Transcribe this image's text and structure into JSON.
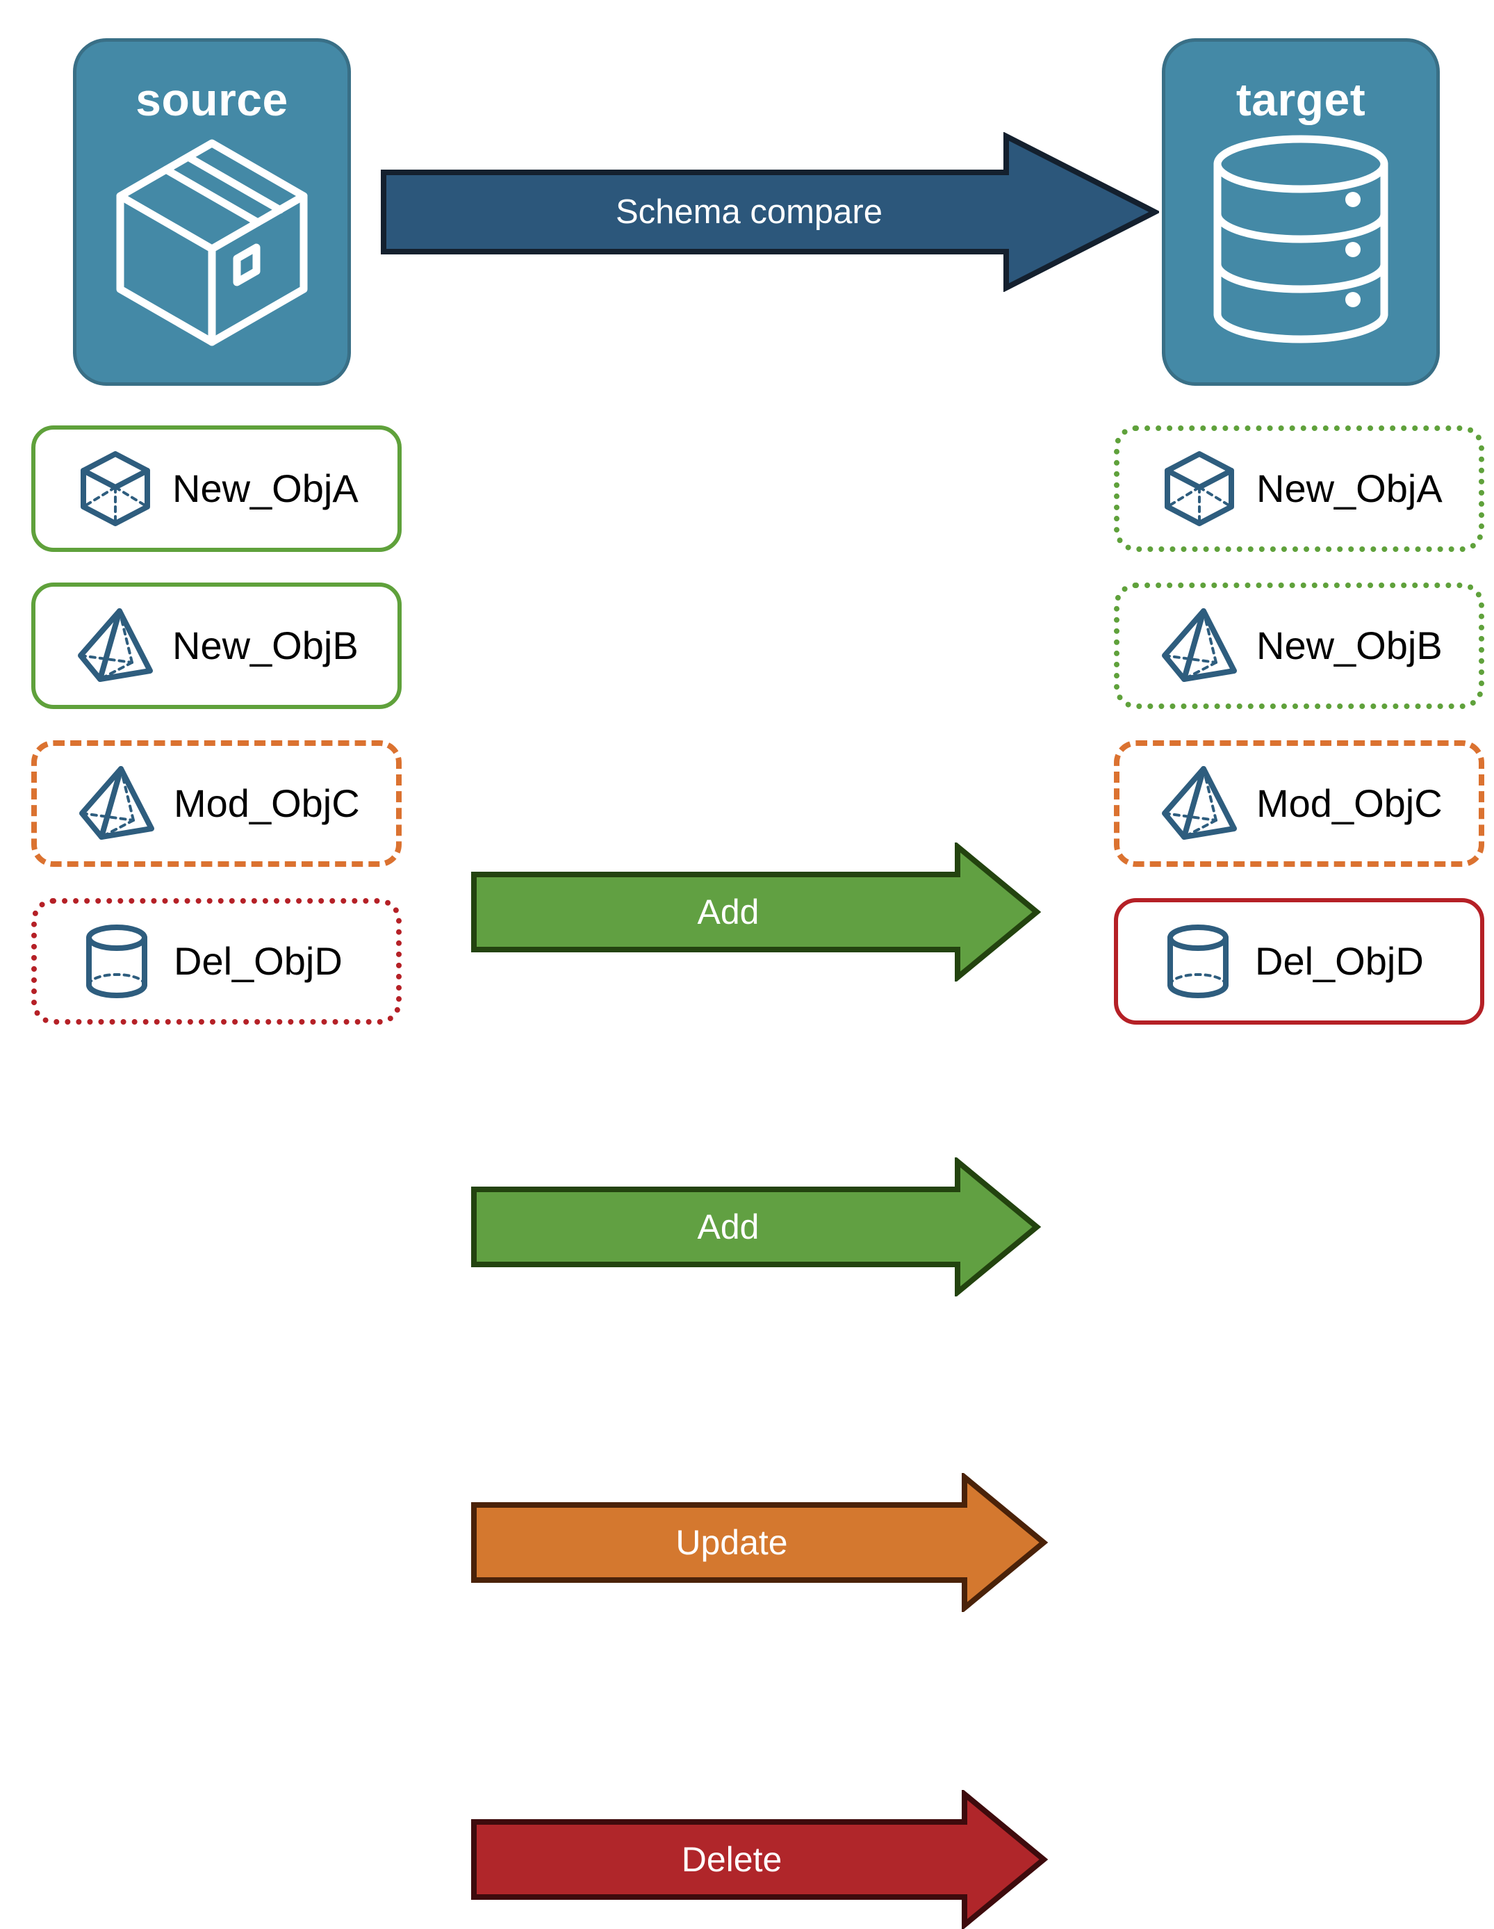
{
  "endpoints": {
    "source": {
      "title": "source",
      "icon": "package-box-icon"
    },
    "target": {
      "title": "target",
      "icon": "database-cylinder-icon"
    }
  },
  "compare_arrow": {
    "label": "Schema compare",
    "fill": "#2C577B",
    "stroke": "#14202E"
  },
  "rows": [
    {
      "action": "Add",
      "arrow_fill": "#61A042",
      "arrow_stroke": "#23430F",
      "source": {
        "label": "New_ObjA",
        "icon": "wireframe-cube-icon",
        "border_style": "solid",
        "border_color": "#5FA13B"
      },
      "target": {
        "label": "New_ObjA",
        "icon": "wireframe-cube-icon",
        "border_style": "dotted",
        "border_color": "#5FA13B"
      }
    },
    {
      "action": "Add",
      "arrow_fill": "#61A042",
      "arrow_stroke": "#23430F",
      "source": {
        "label": "New_ObjB",
        "icon": "wireframe-pyramid-icon",
        "border_style": "solid",
        "border_color": "#5FA13B"
      },
      "target": {
        "label": "New_ObjB",
        "icon": "wireframe-pyramid-icon",
        "border_style": "dotted",
        "border_color": "#5FA13B"
      }
    },
    {
      "action": "Update",
      "arrow_fill": "#D4782F",
      "arrow_stroke": "#4A2209",
      "source": {
        "label": "Mod_ObjC",
        "icon": "wireframe-pyramid-icon",
        "border_style": "dashed",
        "border_color": "#DB7230"
      },
      "target": {
        "label": "Mod_ObjC",
        "icon": "wireframe-pyramid-icon",
        "border_style": "dashed",
        "border_color": "#DB7230"
      }
    },
    {
      "action": "Delete",
      "arrow_fill": "#B0262A",
      "arrow_stroke": "#3E0B0D",
      "source": {
        "label": "Del_ObjD",
        "icon": "wireframe-cylinder-icon",
        "border_style": "dotted",
        "border_color": "#B52026"
      },
      "target": {
        "label": "Del_ObjD",
        "icon": "wireframe-cylinder-icon",
        "border_style": "solid",
        "border_color": "#B52026"
      }
    }
  ],
  "colors": {
    "endpoint_fill": "#4489A6",
    "endpoint_stroke": "#396F86",
    "icon_outline": "#2E5D7E",
    "background": "#FFFFFF",
    "text": "#000000"
  }
}
